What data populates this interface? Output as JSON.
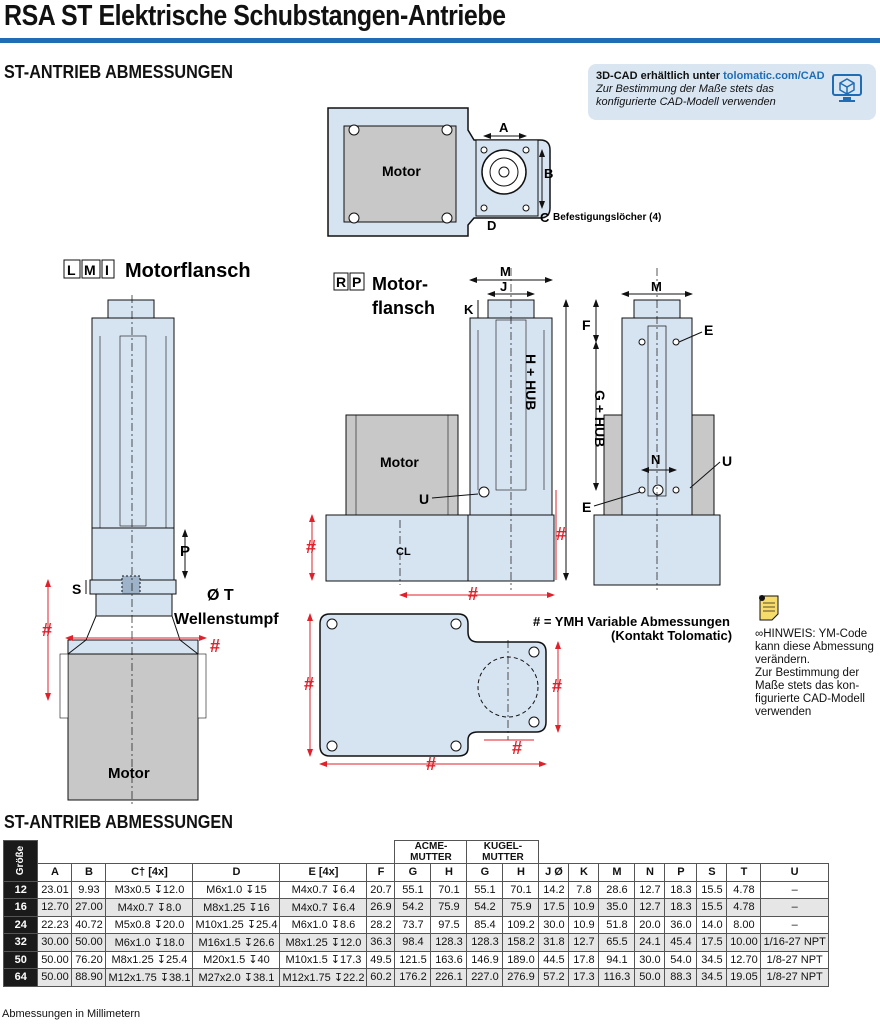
{
  "title": "RSA ST Elektrische Schubstangen-Antriebe",
  "section_top": "ST-ANTRIEB ABMESSUNGEN",
  "section_table": "ST-ANTRIEB ABMESSUNGEN",
  "cad_box": {
    "lead": "3D-CAD erhältlich unter ",
    "link": "tolomatic.com/CAD",
    "note1": "Zur Bestimmung der Maße stets das",
    "note2": "konfigurierte CAD-Modell verwenden"
  },
  "drawing": {
    "lmi_1": "L",
    "lmi_2": "M",
    "lmi_3": "I",
    "lmi_label": "Motorflansch",
    "rp_1": "R",
    "rp_2": "P",
    "rp_label1": "Motor-",
    "rp_label2": "flansch",
    "motor": "Motor",
    "fastening": "Befestigungslöcher (4)",
    "shaft_label1": "Ø T",
    "shaft_label2": "Wellenstumpf",
    "ymh_line1": "# = YMH Variable Abmessungen",
    "ymh_line2": "(Kontakt Tolomatic)",
    "h_hub": "H + HUB",
    "g_hub": "G + HUB",
    "cl": "CL",
    "letters": {
      "A": "A",
      "B": "B",
      "C": "C",
      "D": "D",
      "E": "E",
      "F": "F",
      "J": "J",
      "K": "K",
      "M": "M",
      "N": "N",
      "P": "P",
      "S": "S",
      "U": "U"
    },
    "hash": "#"
  },
  "hint": {
    "line1": "∞HINWEIS: YM-Code",
    "line2": "kann diese Abmessung",
    "line3": "verändern.",
    "line4": "Zur Bestimmung der",
    "line5": "Maße stets das kon-",
    "line6": "figurierte CAD-Modell",
    "line7": "verwenden"
  },
  "table": {
    "size_header": "Größe",
    "acme": [
      "ACME-",
      "MUTTER"
    ],
    "kugel": [
      "KUGEL-",
      "MUTTER"
    ],
    "columns": [
      "A",
      "B",
      "C† [4x]",
      "D",
      "E [4x]",
      "F",
      "G",
      "H",
      "G",
      "H",
      "J Ø",
      "K",
      "M",
      "N",
      "P",
      "S",
      "T",
      "U"
    ],
    "rows": [
      [
        "12",
        "23.01",
        "9.93",
        "M3x0.5 ↧12.0",
        "M6x1.0 ↧15",
        "M4x0.7 ↧6.4",
        "20.7",
        "55.1",
        "70.1",
        "55.1",
        "70.1",
        "14.2",
        "7.8",
        "28.6",
        "12.7",
        "18.3",
        "15.5",
        "4.78",
        "–"
      ],
      [
        "16",
        "12.70",
        "27.00",
        "M4x0.7 ↧8.0",
        "M8x1.25 ↧16",
        "M4x0.7 ↧6.4",
        "26.9",
        "54.2",
        "75.9",
        "54.2",
        "75.9",
        "17.5",
        "10.9",
        "35.0",
        "12.7",
        "18.3",
        "15.5",
        "4.78",
        "–"
      ],
      [
        "24",
        "22.23",
        "40.72",
        "M5x0.8 ↧20.0",
        "M10x1.25 ↧25.4",
        "M6x1.0 ↧8.6",
        "28.2",
        "73.7",
        "97.5",
        "85.4",
        "109.2",
        "30.0",
        "10.9",
        "51.8",
        "20.0",
        "36.0",
        "14.0",
        "8.00",
        "–"
      ],
      [
        "32",
        "30.00",
        "50.00",
        "M6x1.0 ↧18.0",
        "M16x1.5 ↧26.6",
        "M8x1.25 ↧12.0",
        "36.3",
        "98.4",
        "128.3",
        "128.3",
        "158.2",
        "31.8",
        "12.7",
        "65.5",
        "24.1",
        "45.4",
        "17.5",
        "10.00",
        "1/16-27 NPT"
      ],
      [
        "50",
        "50.00",
        "76.20",
        "M8x1.25 ↧25.4",
        "M20x1.5 ↧40",
        "M10x1.5 ↧17.3",
        "49.5",
        "121.5",
        "163.6",
        "146.9",
        "189.0",
        "44.5",
        "17.8",
        "94.1",
        "30.0",
        "54.0",
        "34.5",
        "12.70",
        "1/8-27 NPT"
      ],
      [
        "64",
        "50.00",
        "88.90",
        "M12x1.75 ↧38.1",
        "M27x2.0 ↧38.1",
        "M12x1.75 ↧22.2",
        "60.2",
        "176.2",
        "226.1",
        "227.0",
        "276.9",
        "57.2",
        "17.3",
        "116.3",
        "50.0",
        "88.3",
        "34.5",
        "19.05",
        "1/8-27 NPT"
      ]
    ]
  },
  "footnote": "Abmessungen in Millimetern",
  "colors": {
    "accent": "#1f6db5",
    "body": "#d6e3f1",
    "motor": "#c8c8c8",
    "hash": "#e0202a"
  }
}
